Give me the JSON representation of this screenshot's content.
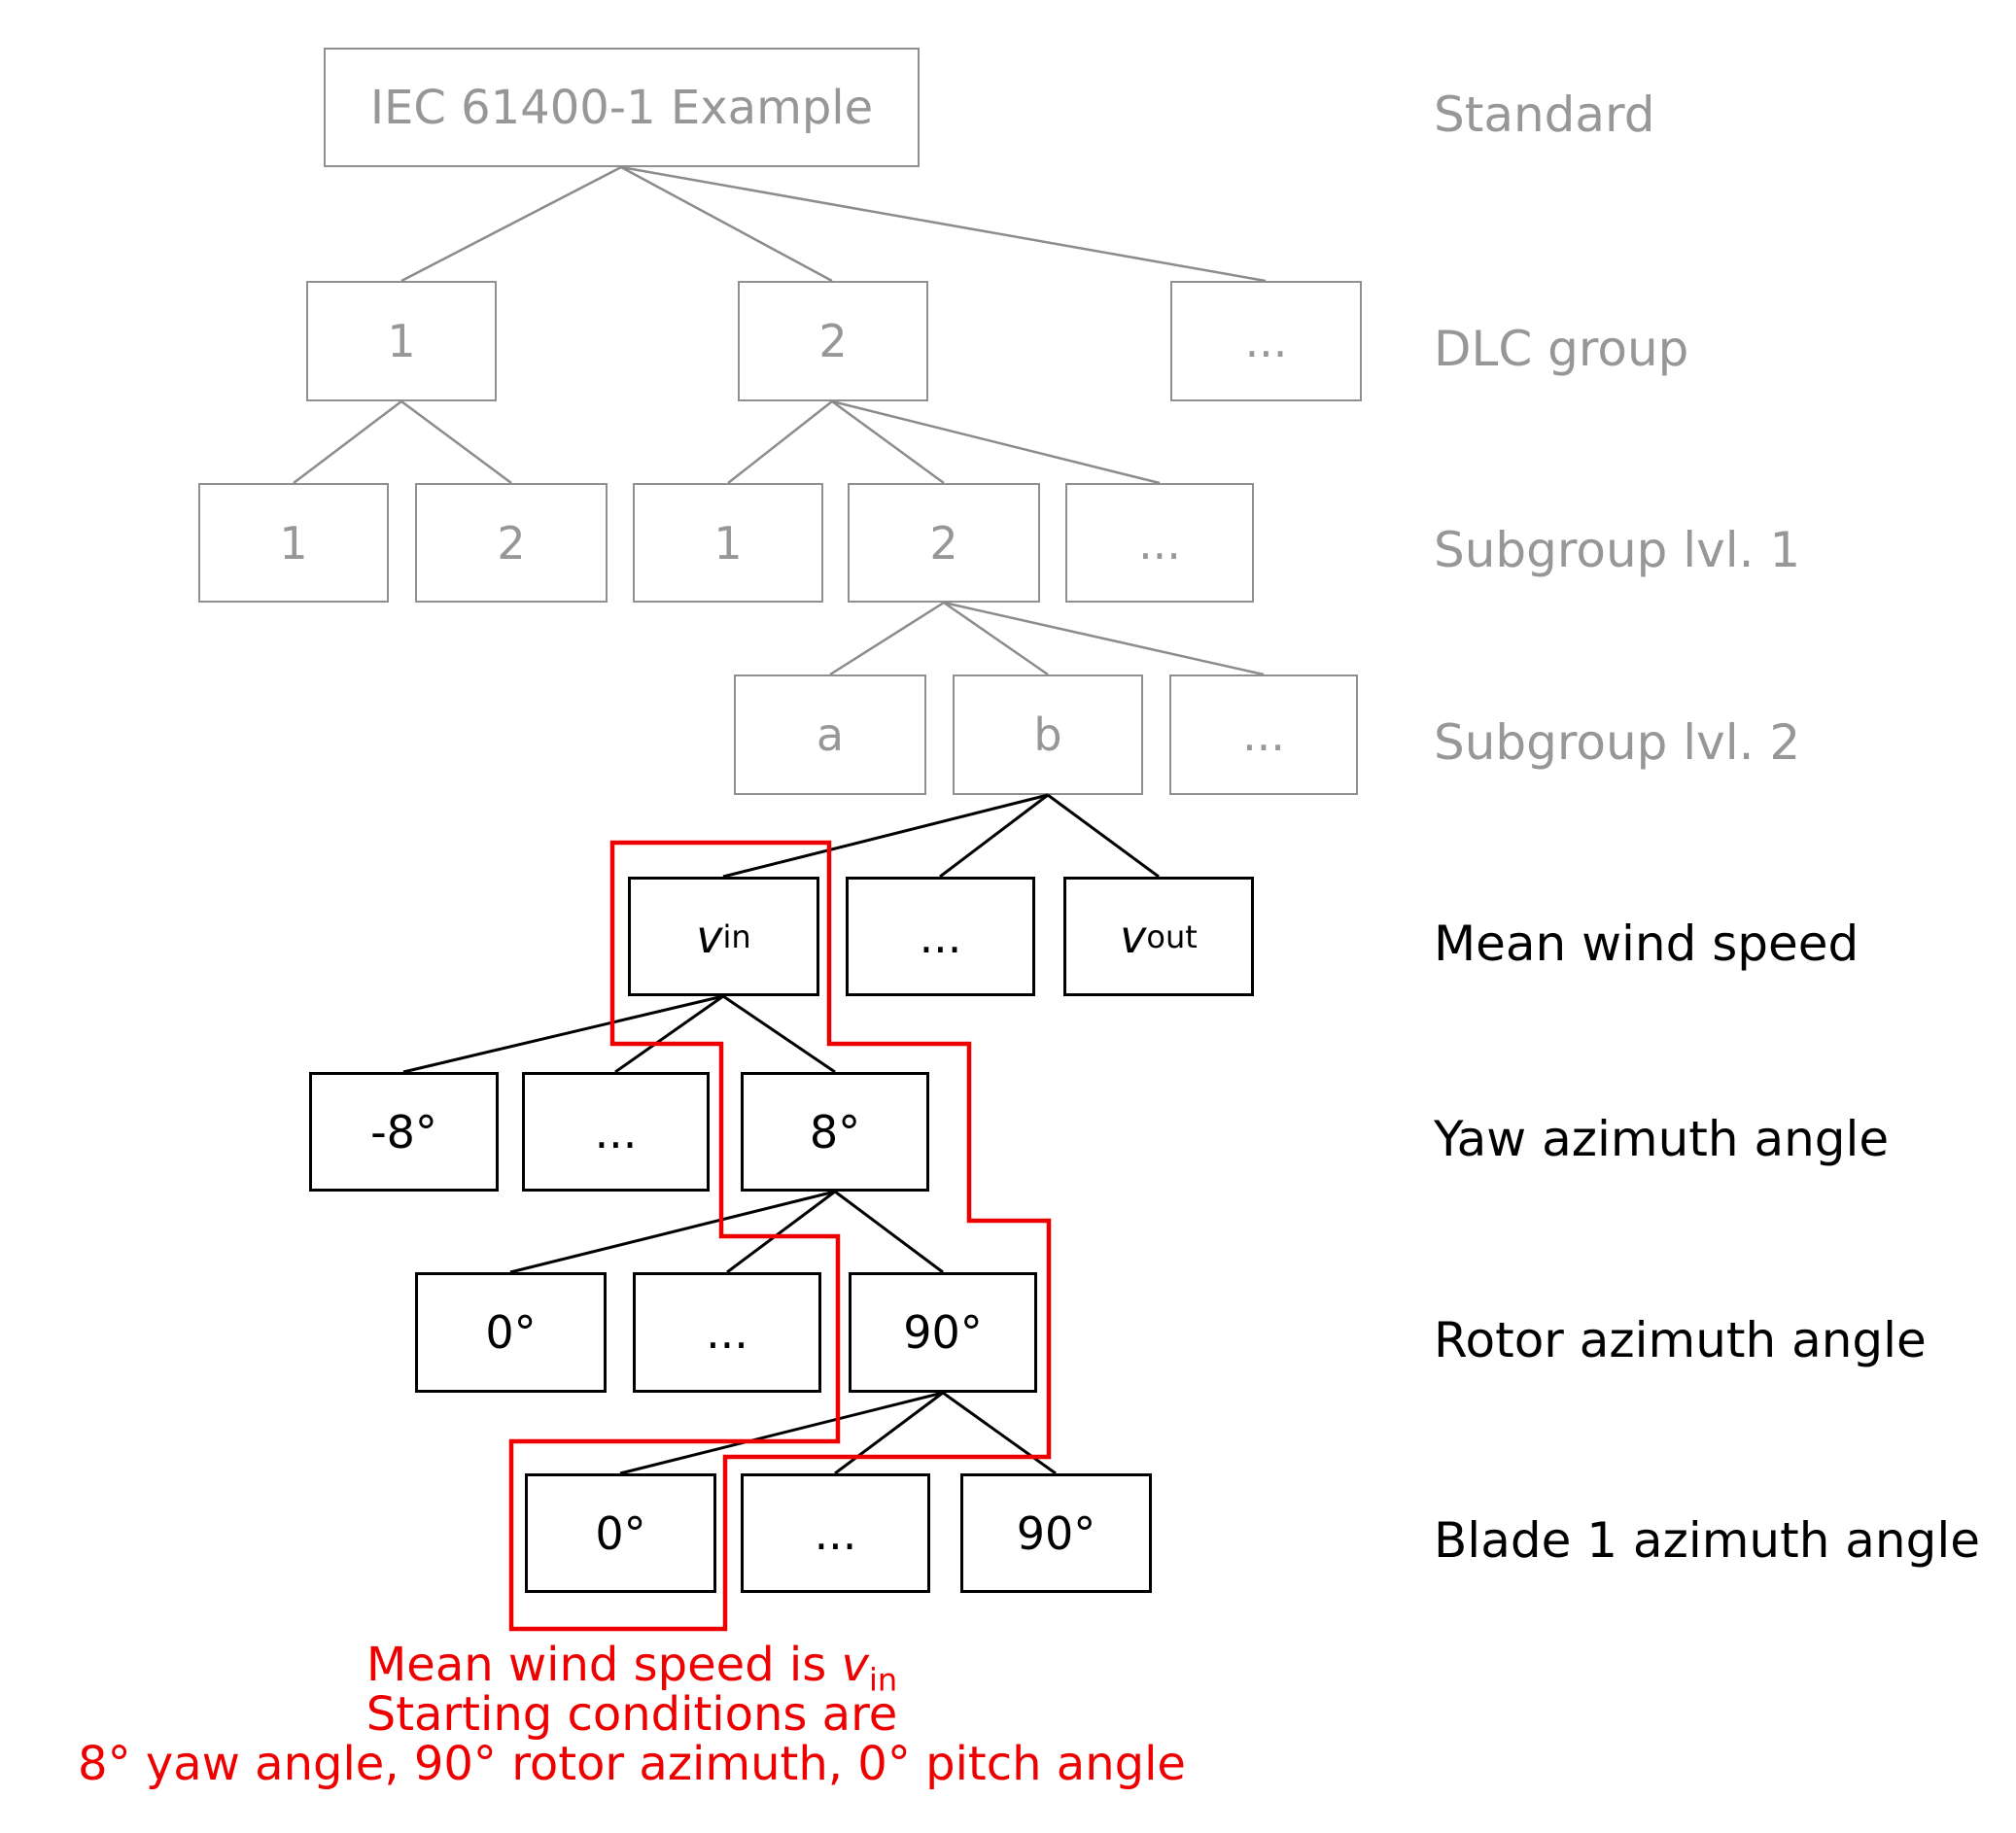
{
  "colors": {
    "gray_border": "#909090",
    "gray_text": "#979797",
    "black": "#000000",
    "red": "#ee0000",
    "background": "#ffffff"
  },
  "tree": {
    "root": {
      "label": "IEC 61400-1 Example"
    },
    "dlc": {
      "n1": "1",
      "n2": "2",
      "more": "..."
    },
    "sub1": {
      "n1": "1",
      "n2": "2",
      "n3": "1",
      "n4": "2",
      "more": "..."
    },
    "sub2": {
      "a": "a",
      "b": "b",
      "more": "..."
    },
    "wind": {
      "vin_main": "v",
      "vin_sub": "in",
      "more": "...",
      "vout_main": "v",
      "vout_sub": "out"
    },
    "yaw": {
      "neg8": "-8°",
      "more": "...",
      "pos8": "8°"
    },
    "rotor": {
      "zero": "0°",
      "more": "...",
      "ninety": "90°"
    },
    "blade": {
      "zero": "0°",
      "more": "...",
      "ninety": "90°"
    }
  },
  "row_labels": {
    "standard": "Standard",
    "dlc": "DLC group",
    "sub1": "Subgroup lvl. 1",
    "sub2": "Subgroup lvl. 2",
    "wind": "Mean wind speed",
    "yaw": "Yaw azimuth angle",
    "rotor": "Rotor azimuth angle",
    "blade": "Blade 1 azimuth angle"
  },
  "annotation": {
    "line1_pre": "Mean wind speed is ",
    "line1_var": "v",
    "line1_sub": "in",
    "line2": "Starting conditions are",
    "line3": "8° yaw angle, 90° rotor azimuth, 0° pitch angle"
  }
}
